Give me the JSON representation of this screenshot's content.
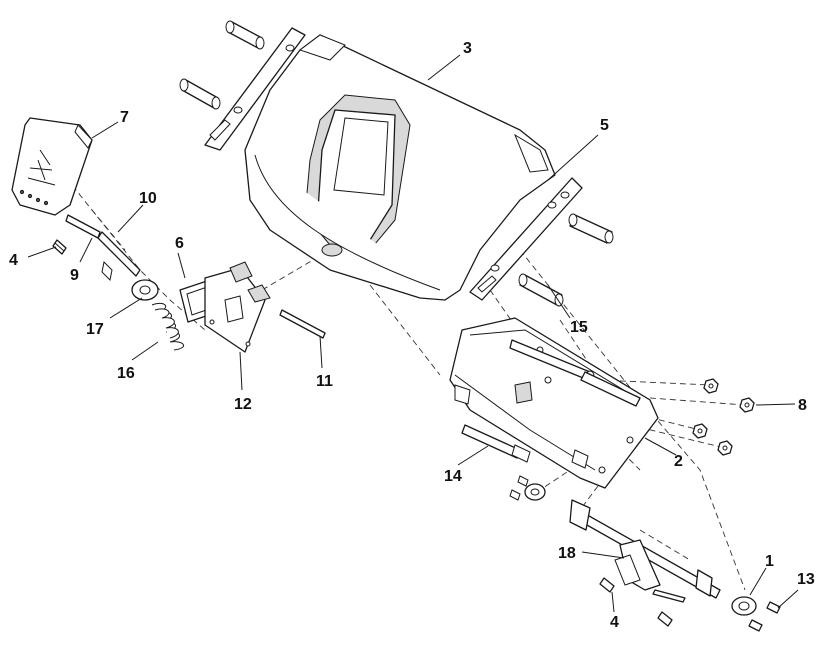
{
  "diagram": {
    "callouts": [
      {
        "id": "1",
        "label": "1"
      },
      {
        "id": "2",
        "label": "2"
      },
      {
        "id": "3",
        "label": "3"
      },
      {
        "id": "4a",
        "label": "4"
      },
      {
        "id": "4b",
        "label": "4"
      },
      {
        "id": "5",
        "label": "5"
      },
      {
        "id": "6",
        "label": "6"
      },
      {
        "id": "7",
        "label": "7"
      },
      {
        "id": "8",
        "label": "8"
      },
      {
        "id": "9",
        "label": "9"
      },
      {
        "id": "10",
        "label": "10"
      },
      {
        "id": "11",
        "label": "11"
      },
      {
        "id": "12",
        "label": "12"
      },
      {
        "id": "13",
        "label": "13"
      },
      {
        "id": "14",
        "label": "14"
      },
      {
        "id": "15",
        "label": "15"
      },
      {
        "id": "16",
        "label": "16"
      },
      {
        "id": "17",
        "label": "17"
      },
      {
        "id": "18",
        "label": "18"
      }
    ]
  }
}
